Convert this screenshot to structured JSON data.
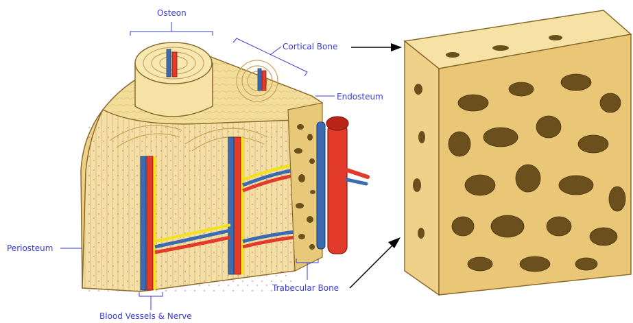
{
  "labels": {
    "osteon": "Osteon",
    "cortical_bone": "Cortical Bone",
    "endosteum": "Endosteum",
    "periosteum": "Periosteum",
    "trabecular_bone": "Trabecular Bone",
    "blood_vessels_nerve": "Blood Vessels & Nerve"
  },
  "colors": {
    "label_text": "#3a3ad8",
    "bone_fill": "#f3dd9a",
    "bone_dark": "#c9a35a",
    "spongy_cavity": "#6b4f1c",
    "artery": "#e23b2b",
    "vein": "#3b6bb0",
    "nerve": "#f2e21a",
    "lamella_line": "#d77a8a"
  }
}
